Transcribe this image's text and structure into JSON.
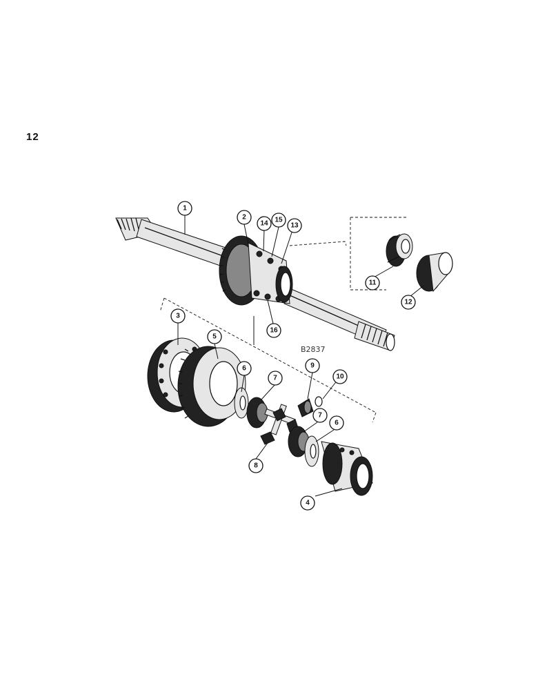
{
  "page_number": "12",
  "drawing_code": "B2837",
  "callouts": [
    "1",
    "2",
    "3",
    "4",
    "5",
    "6",
    "6",
    "7",
    "7",
    "8",
    "9",
    "10",
    "11",
    "12",
    "13",
    "14",
    "15",
    "16"
  ],
  "colors": {
    "ink": "#111111",
    "paper": "#ffffff"
  }
}
